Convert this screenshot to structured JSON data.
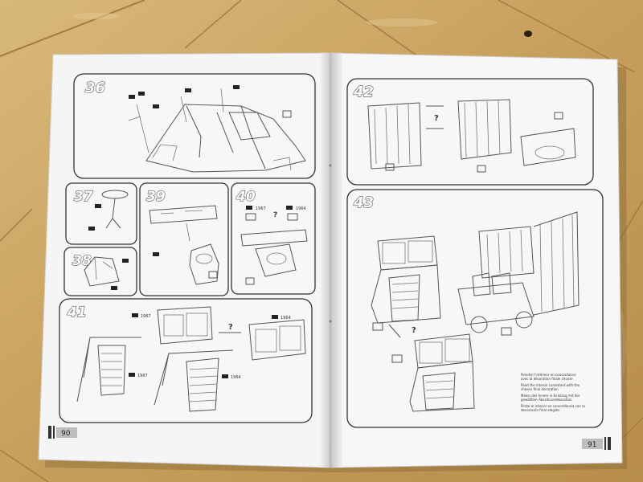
{
  "steps": {
    "s36": "36",
    "s37": "37",
    "s38": "38",
    "s39": "39",
    "s40": "40",
    "s41": "41",
    "s42": "42",
    "s43": "43"
  },
  "labels": {
    "q": "?",
    "y1967": "1967",
    "y1964": "1964"
  },
  "note_lines": [
    "Peindre l'intérieur en concordance",
    "avec la décoration finale choisie",
    "Paint the interior consistent with the",
    "chosen final decoration",
    "Malen des Innere in Einklang mit der",
    "gewählten Abschlussdekoration",
    "Pintar el interior en concordancia con la",
    "decoración final elegida"
  ],
  "pages": {
    "left": "90",
    "right": "91"
  }
}
